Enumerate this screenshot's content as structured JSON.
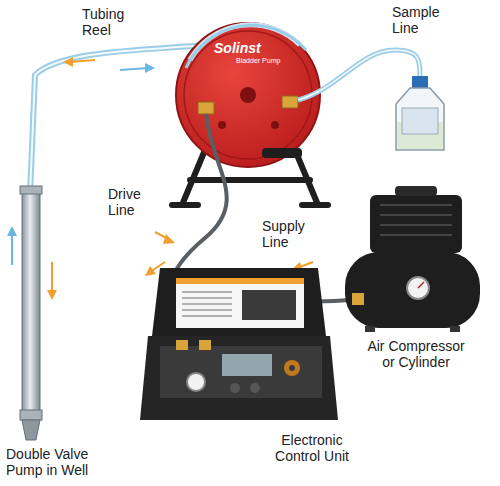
{
  "diagram": {
    "labels": [
      "Tubing Reel",
      "Sample Line",
      "Drive Line",
      "Supply Line",
      "Air Compressor or Cylinder",
      "Double Valve Pump in Well",
      "Electronic Control Unit",
      "Solinst",
      "Bladder Pump"
    ]
  }
}
